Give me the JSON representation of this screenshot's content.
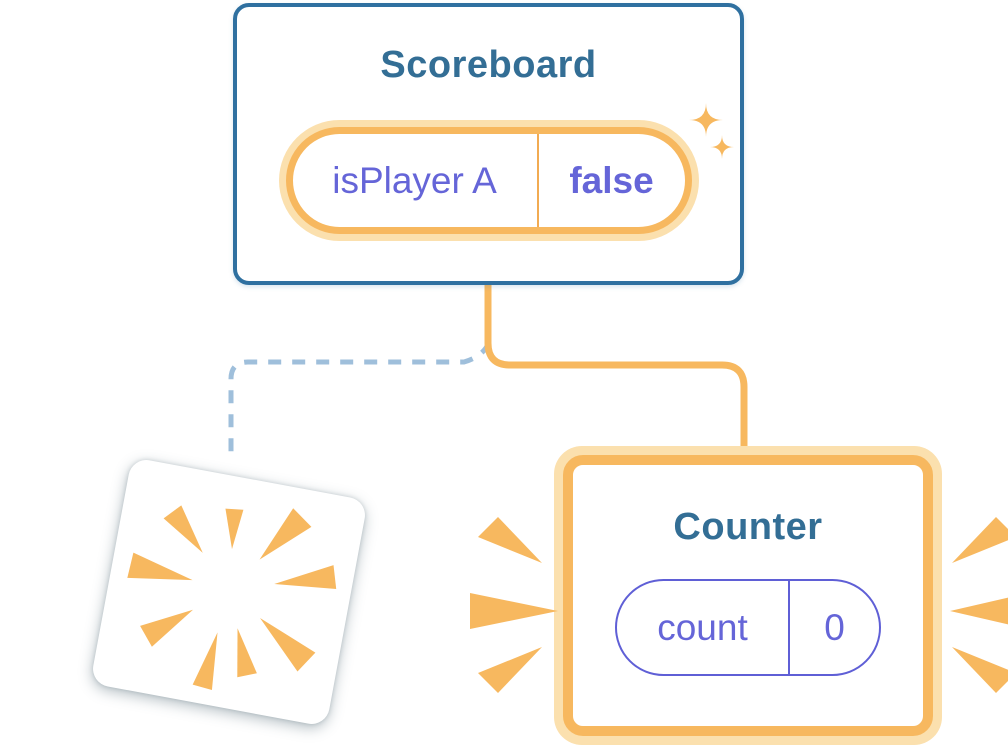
{
  "scoreboard": {
    "title": "Scoreboard",
    "state": {
      "name": "isPlayer A",
      "value": "false"
    }
  },
  "counter": {
    "title": "Counter",
    "state": {
      "name": "count",
      "value": "0"
    }
  },
  "icons": {
    "sparkle": "sparkle-icon (two four-point stars)",
    "burst": "burst-icon (radial explosion rays inside removed card)",
    "emphasis": "emphasis-rays-icon (pop-in triangles beside Counter card)"
  },
  "palette": {
    "orange": "#F7B85F",
    "orange_light": "#FBE0AE",
    "orange_divider": "#F2AB52",
    "card_border_blue": "#2F70A0",
    "title_teal": "#336E95",
    "state_purple": "#6565D8",
    "pill_border_purple": "#5F5FD6",
    "dashed_line_blue": "#9FBFDB",
    "card_background": "#FFFFFF"
  }
}
